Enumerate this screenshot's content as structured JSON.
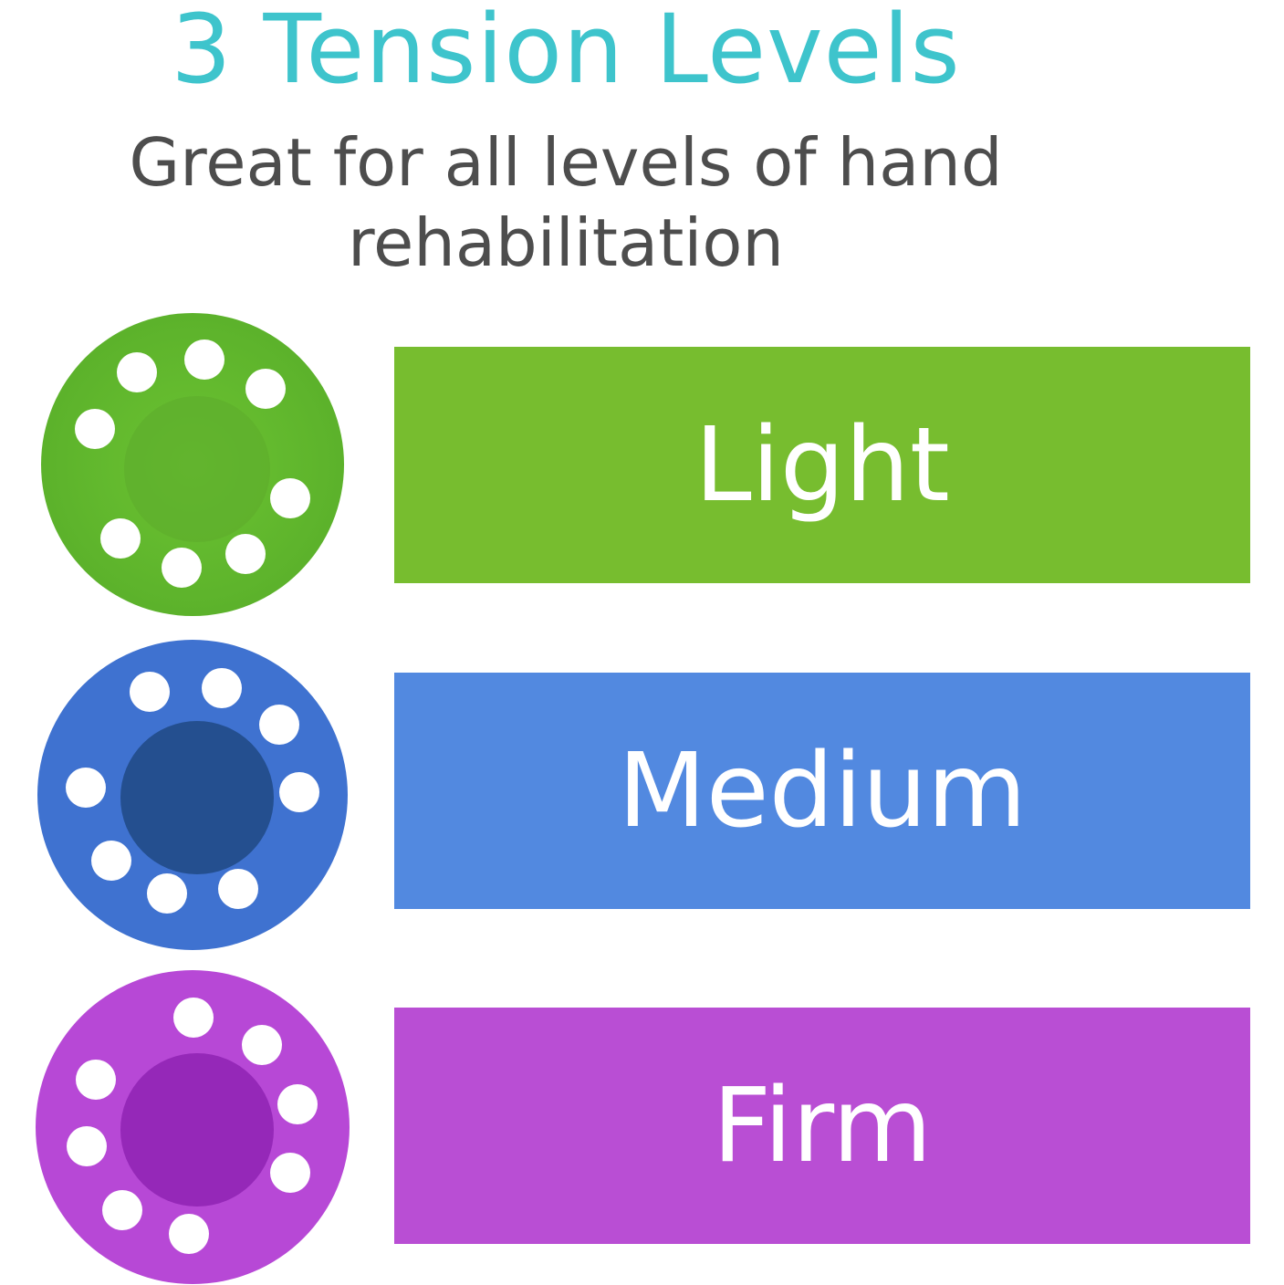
{
  "header": {
    "title": "3 Tension Levels",
    "subtitle_line1": "Great for all levels of hand",
    "subtitle_line2": "rehabilitation"
  },
  "levels": [
    {
      "label": "Light",
      "color": "#77bd2f",
      "ball_color": "#6cc332",
      "core_color": "#5bb028",
      "icon": "green-grip-ball-icon"
    },
    {
      "label": "Medium",
      "color": "#5289e0",
      "ball_color": "#3f72d0",
      "core_color": "#244f8f",
      "icon": "blue-grip-ball-icon"
    },
    {
      "label": "Firm",
      "color": "#b94ed4",
      "ball_color": "#b748d6",
      "core_color": "#9528b8",
      "icon": "purple-grip-ball-icon"
    }
  ]
}
